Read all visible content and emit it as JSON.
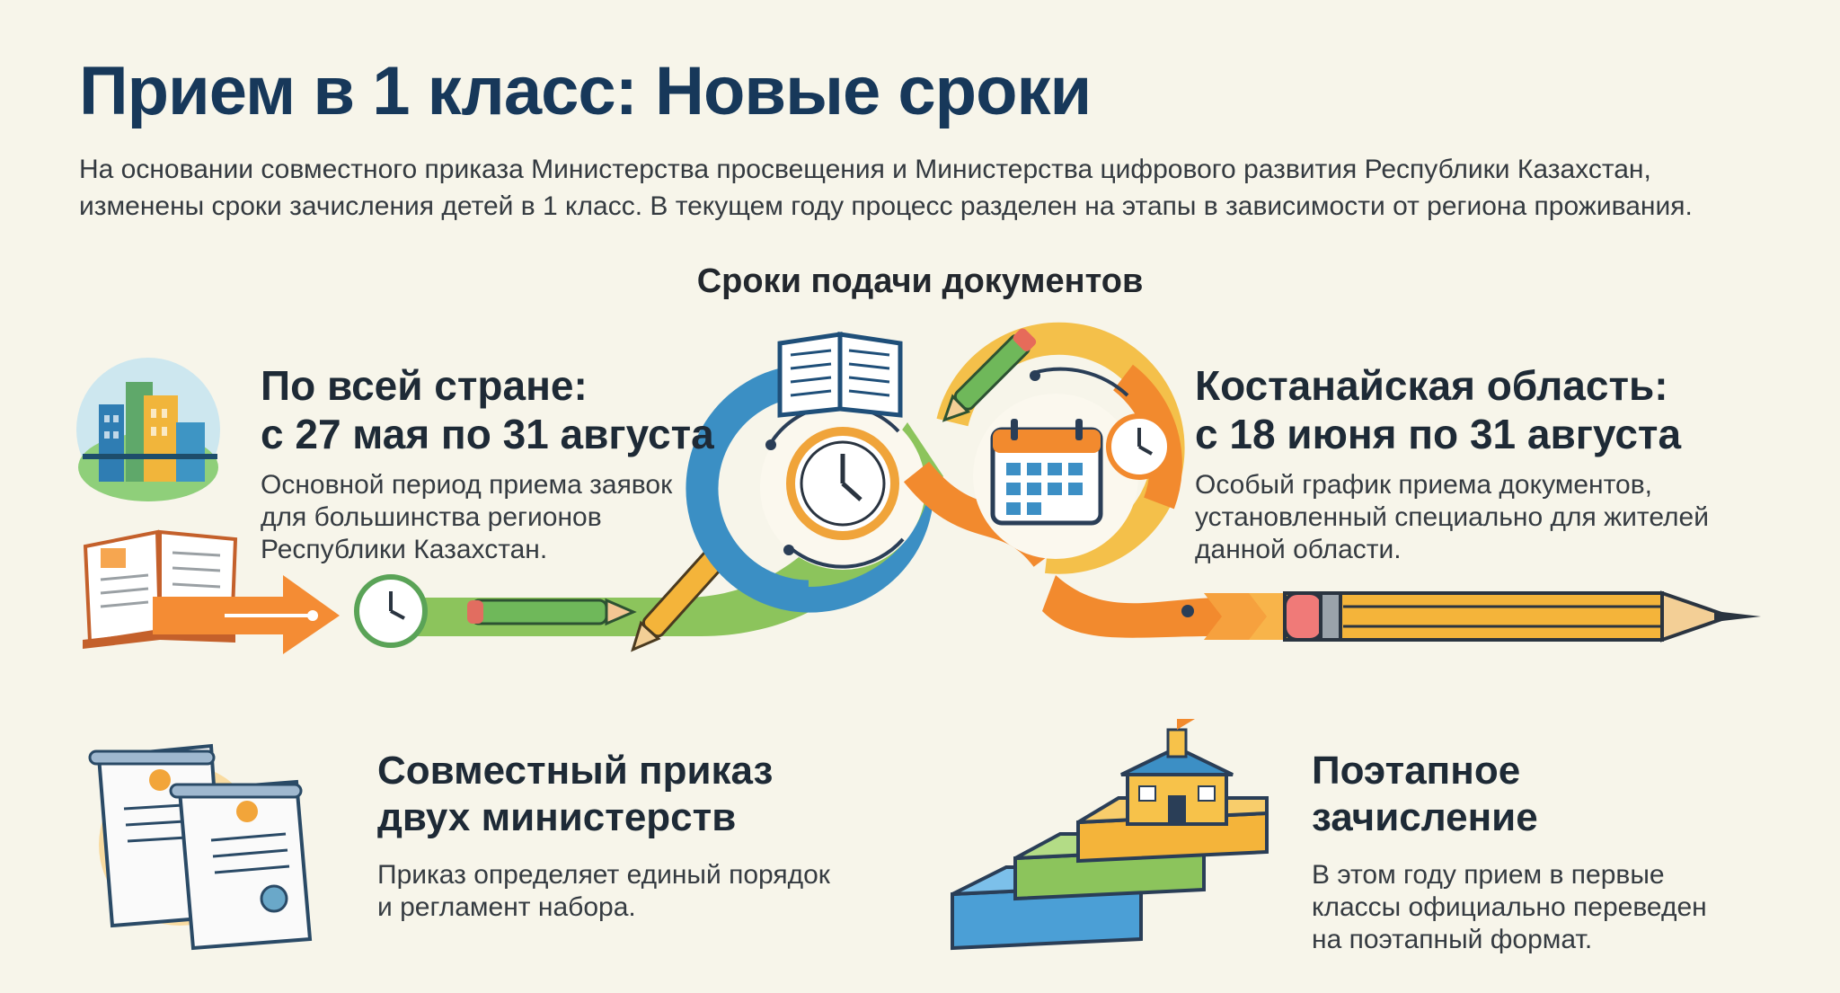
{
  "header": {
    "title": "Прием в 1 класс: Новые сроки",
    "intro_lines": [
      "На основании совместного приказа Министерства просвещения и Министерства цифрового развития Республики Казахстан,",
      "изменены сроки зачисления детей в 1 класс. В текущем году процесс разделен на этапы в зависимости от региона проживания."
    ]
  },
  "timeline": {
    "section_title": "Сроки подачи документов",
    "left": {
      "title_lines": [
        "По всей стране:",
        "с 27 мая по 31 августа"
      ],
      "body_lines": [
        "Основной период приема заявок",
        "для большинства регионов",
        "Республики Казахстан."
      ]
    },
    "right": {
      "title_lines": [
        "Костанайская область:",
        "с 18 июня по 31 августа"
      ],
      "body_lines": [
        "Особый график приема документов,",
        "установленный специально для жителей",
        "данной области."
      ]
    }
  },
  "info": {
    "order": {
      "title_lines": [
        "Совместный приказ",
        "двух министерств"
      ],
      "body_lines": [
        "Приказ определяет единый порядок",
        "и регламент набора."
      ]
    },
    "stages": {
      "title_lines": [
        "Поэтапное",
        "зачисление"
      ],
      "body_lines": [
        "В этом году прием в первые",
        "классы официально переведен",
        "на поэтапный формат."
      ]
    }
  },
  "colors": {
    "title": "#17385a",
    "green": "#7bbf5a",
    "orange": "#f28a2e",
    "blue": "#3c8fc5",
    "teal": "#3aa6a0",
    "yellow": "#f4c34a"
  }
}
